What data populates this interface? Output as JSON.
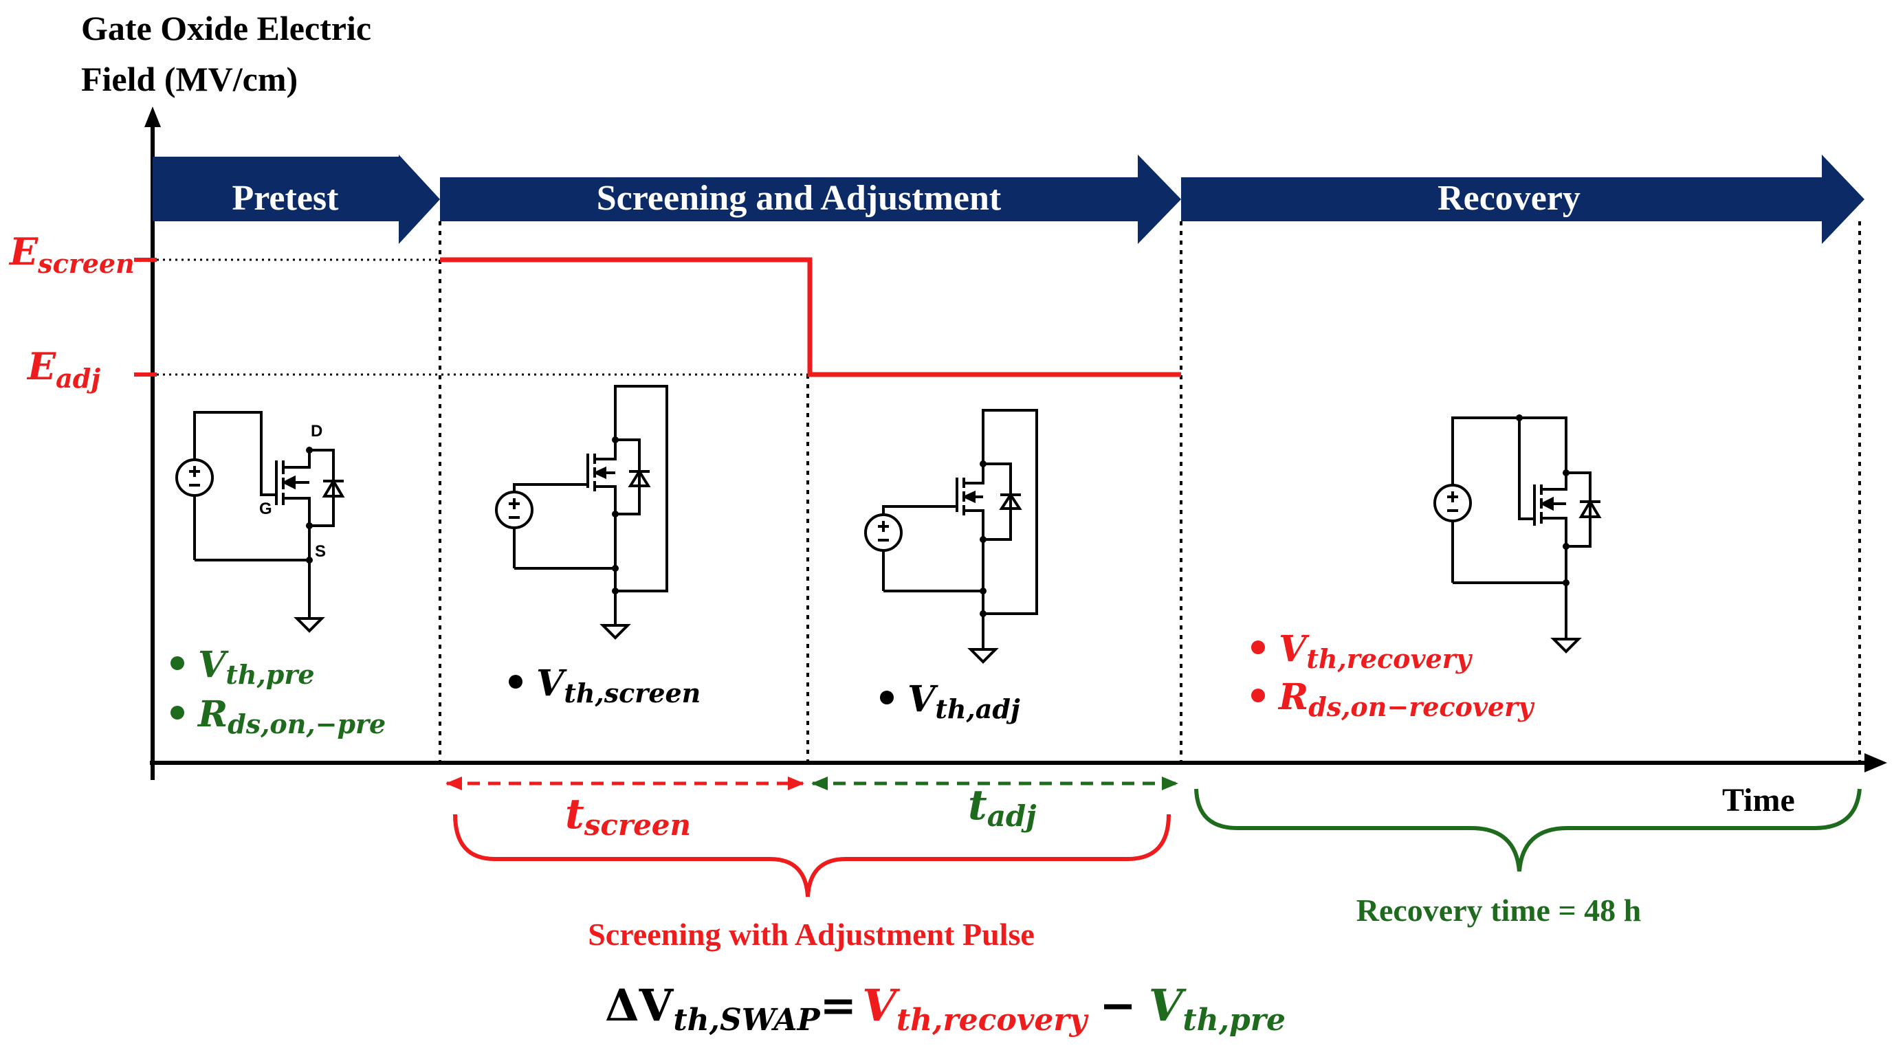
{
  "y_axis_label_line1": "Gate Oxide Electric",
  "y_axis_label_line2": "Field (MV/cm)",
  "x_axis_label": "Time",
  "phases": [
    {
      "label": "Pretest"
    },
    {
      "label": "Screening and Adjustment"
    },
    {
      "label": "Recovery"
    }
  ],
  "levels": {
    "screen": {
      "symbol": "E",
      "sub": "screen"
    },
    "adj": {
      "symbol": "E",
      "sub": "adj"
    }
  },
  "circuit_labels": {
    "drain": "D",
    "gate": "G",
    "source": "S"
  },
  "pretest_measurements": [
    {
      "main": "V",
      "sub": "th,pre"
    },
    {
      "main": "R",
      "sub": "ds,on,−pre"
    }
  ],
  "screen_measurement": {
    "main": "V",
    "sub": "th,screen"
  },
  "adj_measurement": {
    "main": "V",
    "sub": "th,adj"
  },
  "recovery_measurements": [
    {
      "main": "V",
      "sub": "th,recovery"
    },
    {
      "main": "R",
      "sub": "ds,on−recovery"
    }
  ],
  "durations": {
    "t_screen": {
      "main": "t",
      "sub": "screen"
    },
    "t_adj": {
      "main": "t",
      "sub": "adj"
    }
  },
  "brace_labels": {
    "screening": "Screening with Adjustment Pulse",
    "recovery": "Recovery time = 48 h"
  },
  "equation": {
    "lhs_main": "ΔV",
    "lhs_sub": "th,SWAP",
    "equals": "=",
    "term1_main": "V",
    "term1_sub": "th,recovery",
    "minus": "−",
    "term2_main": "V",
    "term2_sub": "th,pre"
  },
  "colors": {
    "navy": "#0b2a66",
    "red": "#ee1c1c",
    "green": "#1e6b1e",
    "black": "#000000"
  }
}
